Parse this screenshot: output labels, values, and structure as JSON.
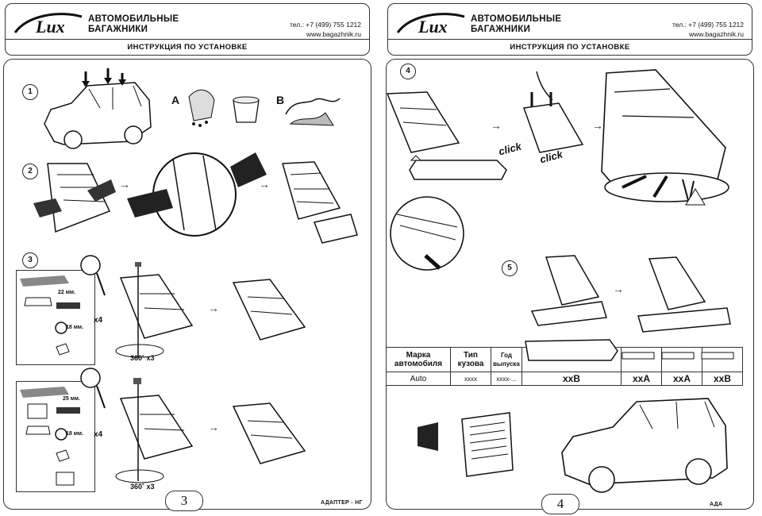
{
  "header": {
    "brand_line1": "АВТОМОБИЛЬНЫЕ",
    "brand_line2": "БАГАЖНИКИ",
    "phone": "тел.: +7 (499) 755 1212",
    "website": "www.bagazhnik.ru",
    "title": "ИНСТРУКЦИЯ ПО УСТАНОВКЕ",
    "logo_text": "Lux"
  },
  "page3": {
    "page_number": "3",
    "footer_code": "АДАПТЕР - НГ",
    "steps": [
      "1",
      "2",
      "3"
    ],
    "option_a": "A",
    "option_b": "B",
    "kit1": {
      "bolt_length": "22 мм.",
      "washer_size": "18 мм.",
      "quantity": "x4",
      "rotation": "360˚ x3"
    },
    "kit2": {
      "bolt_length": "25 мм.",
      "washer_size": "18 мм.",
      "quantity": "x4",
      "rotation": "360˚ x3"
    }
  },
  "page4": {
    "page_number": "4",
    "footer_code": "АДА",
    "steps": [
      "4",
      "5"
    ],
    "click_text": "click",
    "table": {
      "headers": [
        "Марка автомобиля",
        "Тип кузова",
        "Год выпуска"
      ],
      "row": [
        "Auto",
        "xxxx",
        "xxxx-..."
      ],
      "codes": [
        "xxB",
        "xxA",
        "xxA",
        "xxB"
      ]
    }
  }
}
